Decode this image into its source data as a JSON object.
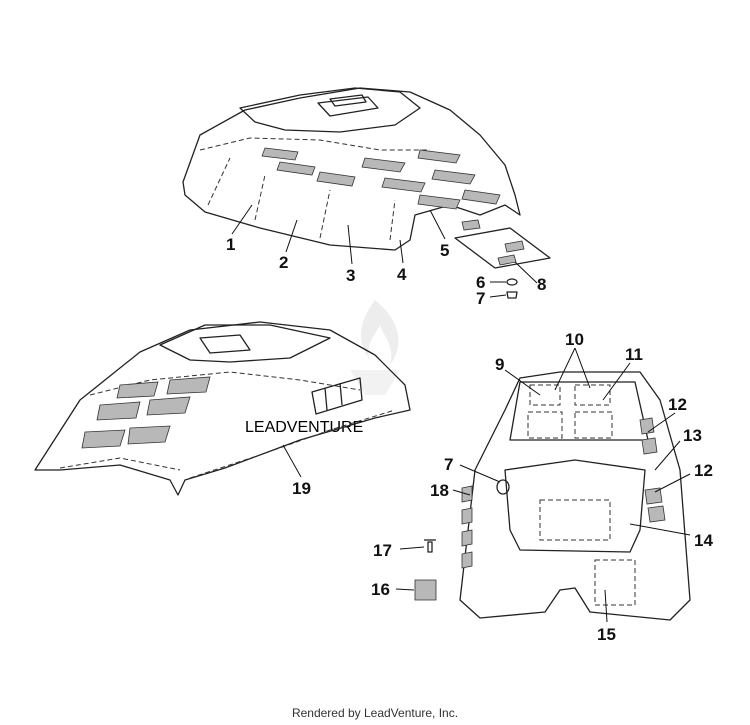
{
  "diagram": {
    "callouts": [
      "1",
      "2",
      "3",
      "4",
      "5",
      "6",
      "7",
      "8",
      "9",
      "10",
      "11",
      "12",
      "13",
      "12",
      "14",
      "7",
      "18",
      "17",
      "16",
      "15",
      "19"
    ]
  },
  "watermark": {
    "text": "LEADVENTURE",
    "logo_icon": "flame-logo-icon"
  },
  "footer": {
    "text": "Rendered by LeadVenture, Inc."
  }
}
